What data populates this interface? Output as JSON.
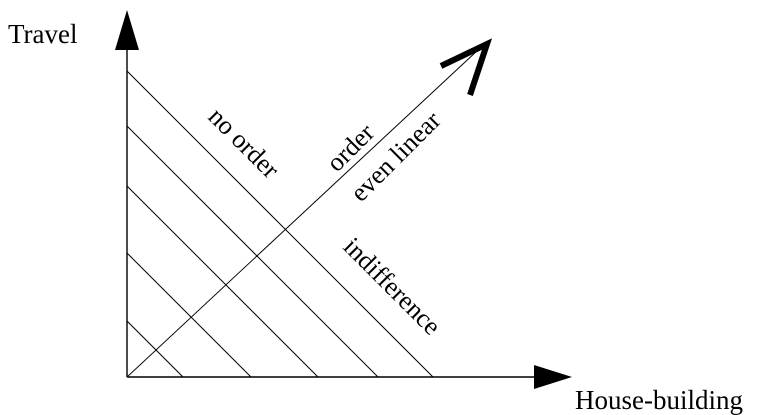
{
  "labels": {
    "y_axis": "Travel",
    "x_axis": "House-building",
    "region_no_order": "no order",
    "region_order": "order",
    "region_even_linear": "even linear",
    "indifference": "indifference"
  },
  "colors": {
    "stroke": "#000000",
    "background": "#ffffff"
  }
}
